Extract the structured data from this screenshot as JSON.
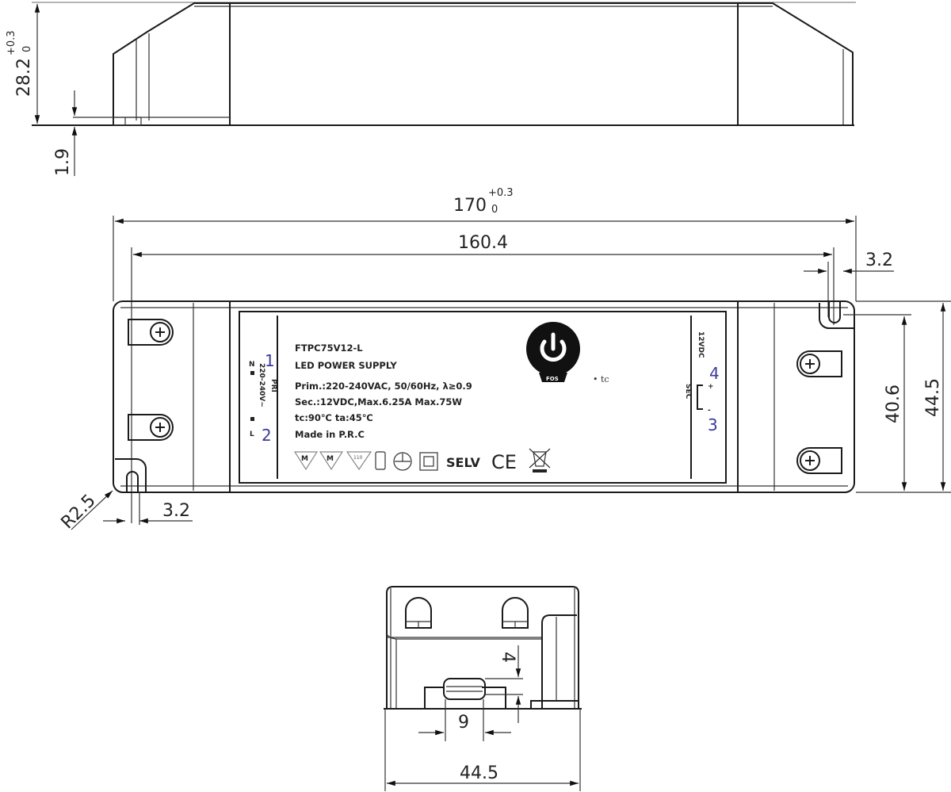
{
  "drawing": {
    "side_view": {
      "height_dim": "28.2",
      "height_tol_upper": "+0.3",
      "height_tol_lower": "0",
      "foot_dim": "1.9"
    },
    "top_view": {
      "length_dim": "170",
      "length_tol_upper": "+0.3",
      "length_tol_lower": "0",
      "hole_spacing_dim": "160.4",
      "slot_width_right_dim": "3.2",
      "slot_width_left_dim": "3.2",
      "corner_radius_dim": "R2.5",
      "inner_width_dim": "40.6",
      "total_width_dim": "44.5"
    },
    "label": {
      "model": "FTPC75V12-L",
      "product": "LED POWER SUPPLY",
      "primary": "Prim.:220-240VAC, 50/60Hz, λ≥0.9",
      "secondary": "Sec.:12VDC,Max.6.25A Max.75W",
      "temps": "tc:90℃  ta:45℃",
      "origin": "Made in P.R.C",
      "pri_tag": "PRI",
      "pri_voltage": "220-240V~",
      "pin_n": "N",
      "pin_l": "L",
      "pin_1": "1",
      "pin_2": "2",
      "sec_tag": "SEC",
      "sec_voltage": "12VDC",
      "pin_3": "3",
      "pin_4": "4",
      "plus": "+",
      "minus": "-",
      "tc_mark": "• tc",
      "logo_text": "FOS",
      "cert_m1": "M",
      "cert_m2": "M",
      "cert_temp": "110",
      "selv": "SELV",
      "ce": "CE"
    },
    "end_view": {
      "height_dim": "4",
      "connector_width_dim": "9",
      "width_dim": "44.5"
    }
  }
}
